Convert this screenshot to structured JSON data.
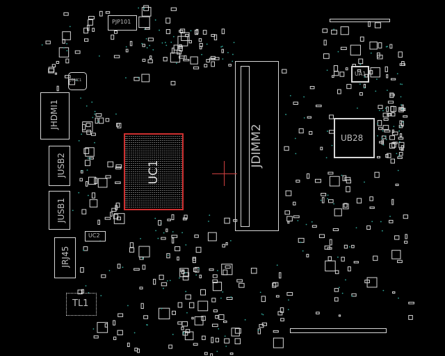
{
  "components": {
    "pjp101": "PJP101",
    "jdmc1": "JDMC1",
    "jhdmi1": "JHDMI1",
    "jusb2": "JUSB2",
    "jusb1": "JUSB1",
    "jrj45": "JRJ45",
    "tl1": "TL1",
    "uc2": "UC2",
    "uc1": "UC1",
    "jdimm2": "JDIMM2",
    "ub28": "UB28",
    "ua1": "UA1"
  },
  "colors": {
    "background": "#000000",
    "outline": "#d8d8d8",
    "selected": "#d03030",
    "via": "#2fa89a"
  }
}
